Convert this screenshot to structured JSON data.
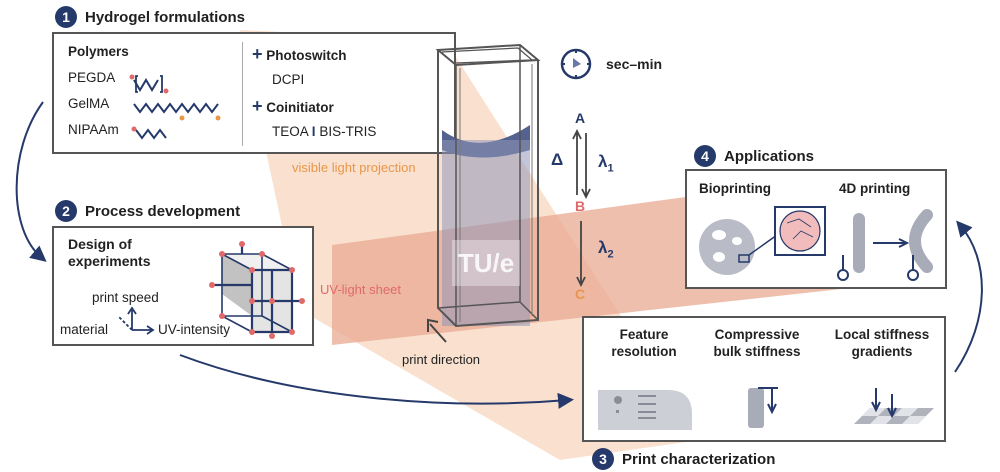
{
  "sections": {
    "hydrogel": {
      "number": "1",
      "title": "Hydrogel formulations",
      "polymers_label": "Polymers",
      "polymers": [
        "PEGDA",
        "GelMA",
        "NIPAAm"
      ],
      "photoswitch_label": "Photoswitch",
      "photoswitch": "DCPI",
      "coinitiator_label": "Coinitiator",
      "coinitiator_a": "TEOA",
      "coinitiator_sep": "I",
      "coinitiator_b": "BIS-TRIS"
    },
    "process": {
      "number": "2",
      "title": "Process development",
      "doe_line1": "Design of",
      "doe_line2": "experiments",
      "axis_speed": "print speed",
      "axis_material": "material",
      "axis_uv": "UV-intensity"
    },
    "characterization": {
      "number": "3",
      "title": "Print characterization",
      "items": [
        {
          "line1": "Feature",
          "line2": "resolution"
        },
        {
          "line1": "Compressive",
          "line2": "bulk stiffness"
        },
        {
          "line1": "Local stiffness",
          "line2": "gradients"
        }
      ]
    },
    "applications": {
      "number": "4",
      "title": "Applications",
      "bioprinting": "Bioprinting",
      "printing4d": "4D printing"
    }
  },
  "center": {
    "time_label": "sec–min",
    "visible_light": "visible light projection",
    "uv_sheet": "UV-light sheet",
    "print_direction": "print direction",
    "logo": "TU/e",
    "state_a": "A",
    "state_b": "B",
    "state_c": "C",
    "delta": "Δ",
    "lambda1": "λ",
    "lambda1_sub": "1",
    "lambda2": "λ",
    "lambda2_sub": "2"
  },
  "colors": {
    "navy": "#253a6a",
    "orange": "#e8974a",
    "red": "#e06a6a",
    "beam_orange": "#f6c9a8",
    "beam_red": "#e7a48e"
  }
}
